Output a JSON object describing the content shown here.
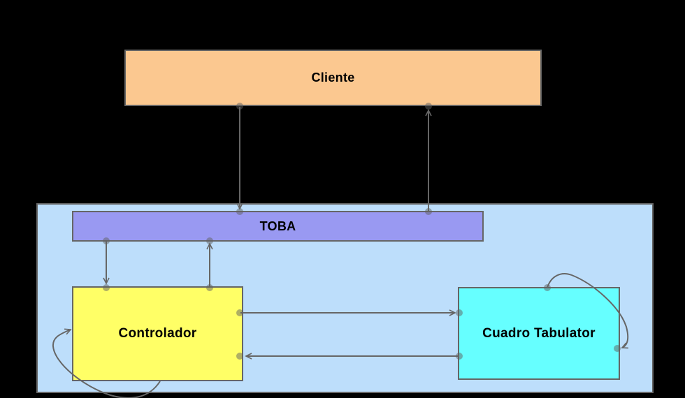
{
  "diagram": {
    "title": "",
    "nodes": {
      "cliente": {
        "label": "Cliente"
      },
      "toba": {
        "label": "TOBA"
      },
      "controlador": {
        "label": "Controlador"
      },
      "cuadro_tabulator": {
        "label": "Cuadro Tabulator"
      }
    },
    "edges": [
      {
        "from": "cliente",
        "to": "toba",
        "style": "straight-arrow",
        "direction": "down"
      },
      {
        "from": "toba",
        "to": "cliente",
        "style": "straight-arrow",
        "direction": "up"
      },
      {
        "from": "toba",
        "to": "controlador",
        "style": "straight-arrow",
        "direction": "down"
      },
      {
        "from": "controlador",
        "to": "toba",
        "style": "straight-arrow",
        "direction": "up"
      },
      {
        "from": "controlador",
        "to": "cuadro_tabulator",
        "style": "straight-arrow",
        "direction": "right"
      },
      {
        "from": "cuadro_tabulator",
        "to": "controlador",
        "style": "straight-arrow",
        "direction": "left"
      },
      {
        "from": "controlador",
        "to": "controlador",
        "style": "self-loop",
        "side": "bottom-left"
      },
      {
        "from": "cuadro_tabulator",
        "to": "cuadro_tabulator",
        "style": "self-loop",
        "side": "top-right"
      }
    ]
  },
  "colors": {
    "background": "#000000",
    "container-fill": "#BDDEFB",
    "cliente-fill": "#FBC890",
    "toba-fill": "#9999F2",
    "controlador-fill": "#FFFF66",
    "cuadro-fill": "#66FFFF",
    "border": "#666666",
    "connector": "#666666"
  }
}
